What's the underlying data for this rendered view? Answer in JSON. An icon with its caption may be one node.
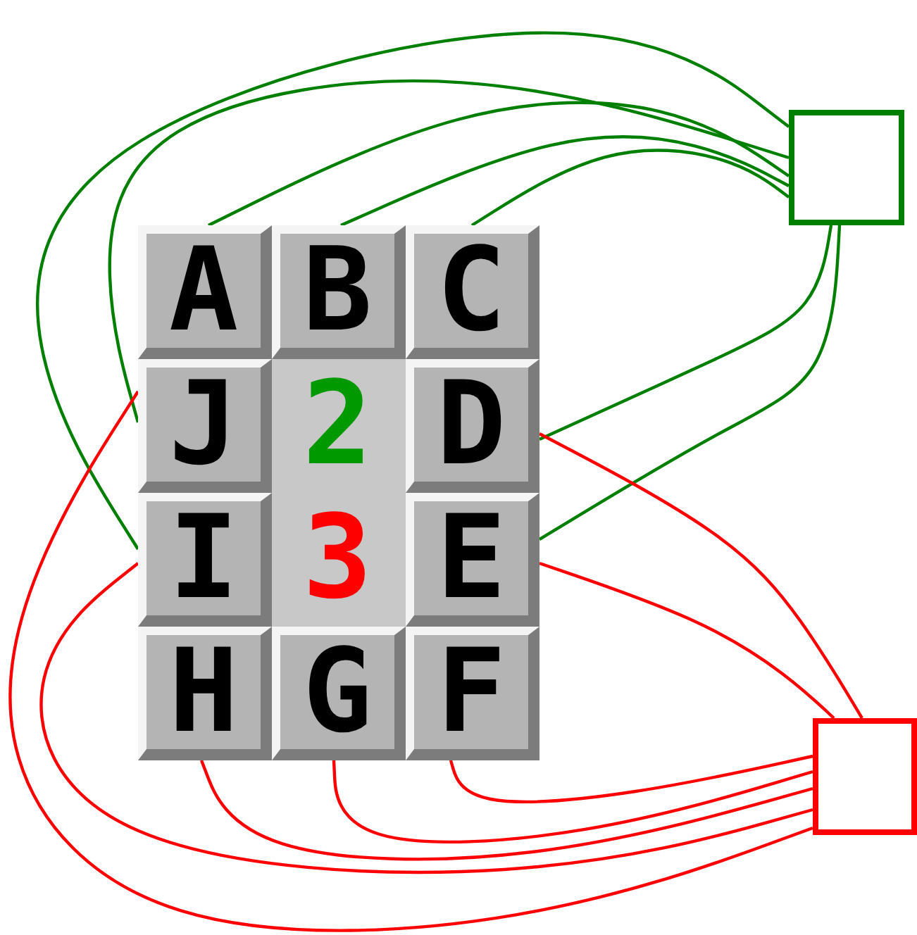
{
  "diagram": {
    "nodes": [
      {
        "text": [
          "A"
        ]
      },
      {
        "text": [
          "B"
        ]
      },
      {
        "text": [
          "C"
        ]
      },
      {
        "text": [
          "J"
        ]
      },
      {
        "text": [
          "2"
        ]
      },
      {
        "text": [
          "D"
        ]
      },
      {
        "text": [
          "I"
        ]
      },
      {
        "text": [
          "3"
        ]
      },
      {
        "text": [
          "E"
        ]
      },
      {
        "text": [
          "H"
        ]
      },
      {
        "text": [
          "G"
        ]
      },
      {
        "text": [
          "F"
        ]
      },
      {
        "text": [],
        "shape": "box"
      },
      {
        "text": [],
        "shape": "box"
      }
    ],
    "edges": [
      {
        "from": 0,
        "to": 12,
        "arrow": "none"
      },
      {
        "from": 1,
        "to": 12,
        "arrow": "none"
      },
      {
        "from": 2,
        "to": 12,
        "arrow": "none"
      },
      {
        "from": 3,
        "to": 12,
        "arrow": "none"
      },
      {
        "from": 6,
        "to": 12,
        "arrow": "none"
      },
      {
        "from": 5,
        "to": 12,
        "arrow": "none"
      },
      {
        "from": 8,
        "to": 12,
        "arrow": "none"
      },
      {
        "from": 5,
        "to": 13,
        "arrow": "none",
        "color": "#ff0000"
      },
      {
        "from": 8,
        "to": 13,
        "arrow": "none",
        "color": "#ff0000"
      },
      {
        "from": 11,
        "to": 13,
        "arrow": "none",
        "color": "#ff0000"
      },
      {
        "from": 10,
        "to": 13,
        "arrow": "none",
        "color": "#ff0000"
      },
      {
        "from": 9,
        "to": 13,
        "arrow": "none",
        "color": "#ff0000"
      },
      {
        "from": 6,
        "to": 13,
        "arrow": "none",
        "color": "#ff0000"
      },
      {
        "from": 3,
        "to": 13,
        "arrow": "none",
        "color": "#ff0000"
      }
    ]
  }
}
